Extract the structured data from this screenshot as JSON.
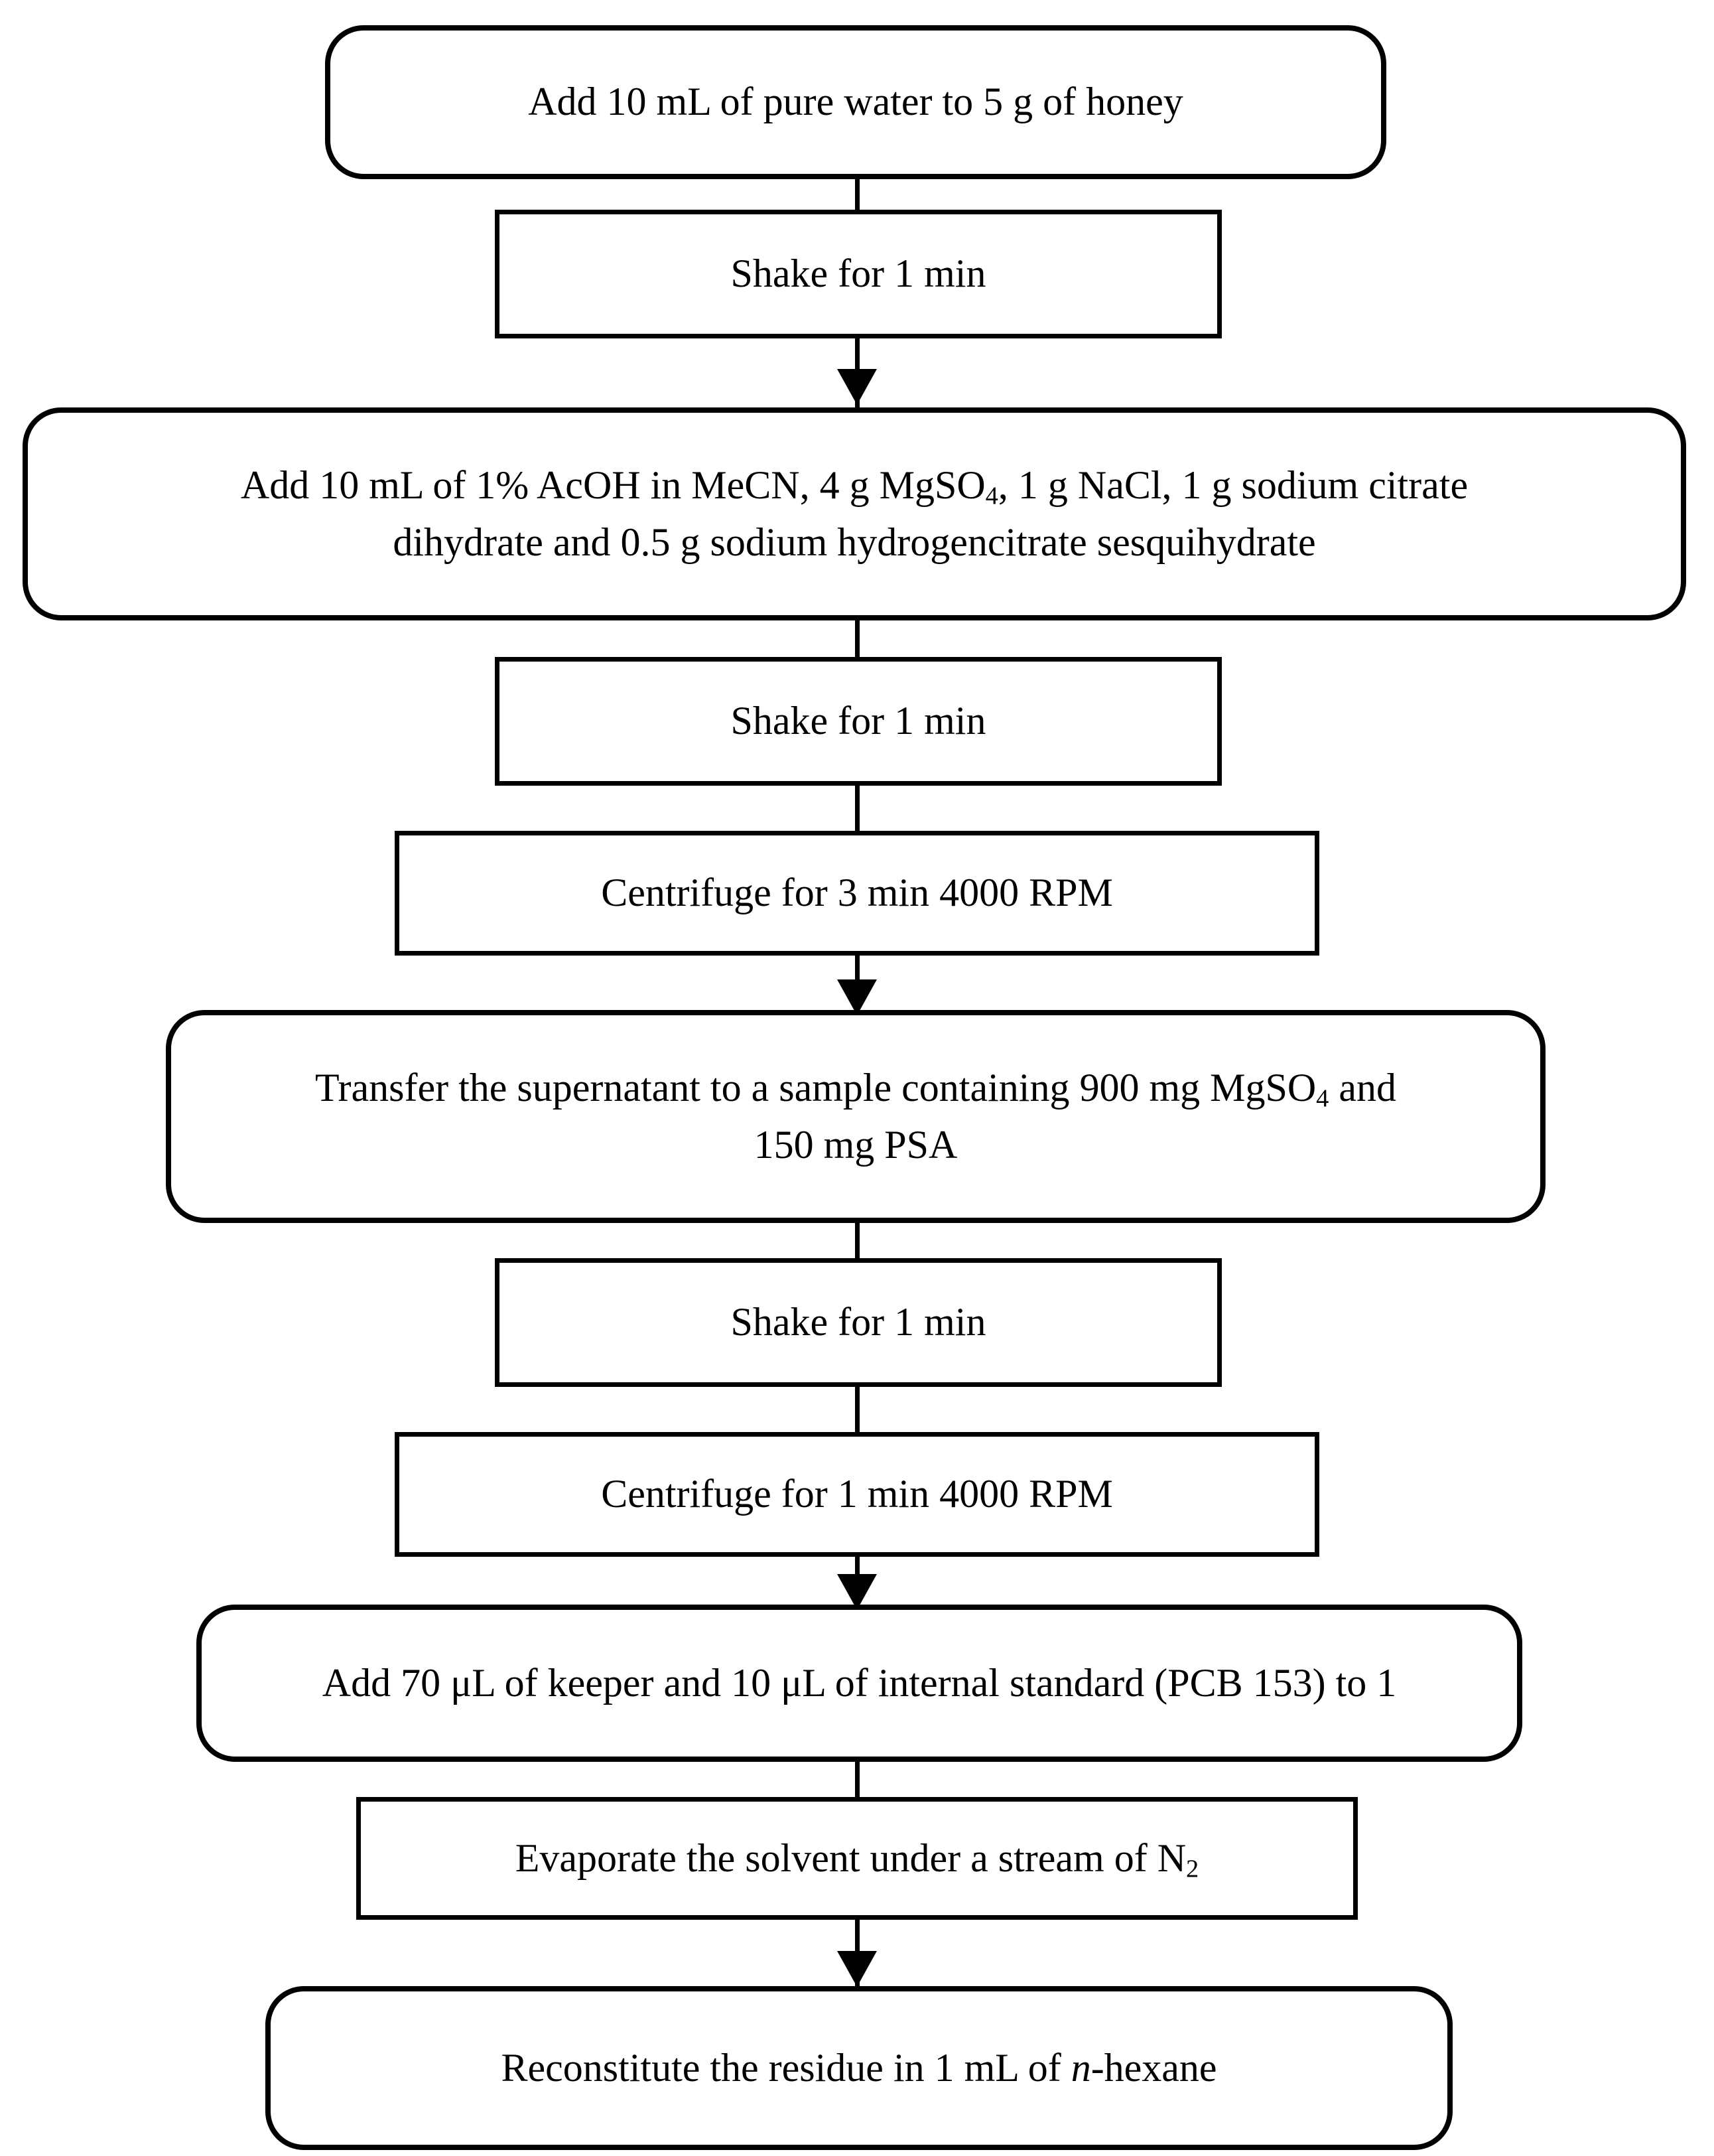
{
  "diagram": {
    "title": "QuEChERS honey sample preparation flowchart",
    "type": "flowchart",
    "orientation": "top-to-bottom",
    "colors": {
      "stroke": "#000000",
      "fill": "#ffffff",
      "text": "#000000"
    },
    "steps": [
      {
        "id": "step-1",
        "shape": "rounded-rectangle",
        "label": "Add 10 mL of pure water to 5 g of honey",
        "lines": [
          "Add 10 mL of pure water to 5 g of honey"
        ]
      },
      {
        "id": "step-2",
        "shape": "rectangle",
        "label": "Shake for 1 min",
        "lines": [
          "Shake for 1 min"
        ]
      },
      {
        "id": "step-3",
        "shape": "rounded-rectangle",
        "label": "Add 10 mL of 1% AcOH in MeCN, 4 g MgSO4, 1 g NaCl, 1 g sodium citrate dihydrate and 0.5 g sodium hydrogencitrate sesquihydrate",
        "lines": [
          "Add 10 mL of 1% AcOH in MeCN, 4 g MgSO4, 1 g NaCl, 1 g sodium citrate",
          "dihydrate and 0.5 g sodium hydrogencitrate sesquihydrate"
        ]
      },
      {
        "id": "step-4",
        "shape": "rectangle",
        "label": "Shake for 1 min",
        "lines": [
          "Shake for 1 min"
        ]
      },
      {
        "id": "step-5",
        "shape": "rectangle",
        "label": "Centrifuge for 3 min 4000 RPM",
        "lines": [
          "Centrifuge for 3 min 4000 RPM"
        ]
      },
      {
        "id": "step-6",
        "shape": "rounded-rectangle",
        "label": "Transfer the supernatant to a sample containing 900 mg MgSO4 and 150 mg PSA",
        "lines": [
          "Transfer the supernatant to a sample containing 900 mg MgSO4 and",
          "150 mg PSA"
        ]
      },
      {
        "id": "step-7",
        "shape": "rectangle",
        "label": "Shake for 1 min",
        "lines": [
          "Shake for 1 min"
        ]
      },
      {
        "id": "step-8",
        "shape": "rectangle",
        "label": "Centrifuge for 1 min 4000 RPM",
        "lines": [
          "Centrifuge for 1 min 4000 RPM"
        ]
      },
      {
        "id": "step-9",
        "shape": "rounded-rectangle",
        "label": "Add 70 μL of keeper and 10 μL of internal standard (PCB 153) to 1",
        "lines": [
          "Add 70 μL of keeper and 10 μL of internal standard (PCB 153) to 1"
        ]
      },
      {
        "id": "step-10",
        "shape": "rectangle",
        "label": "Evaporate the solvent under a stream of N2",
        "lines": [
          "Evaporate the solvent under a stream of N2"
        ]
      },
      {
        "id": "step-11",
        "shape": "rounded-rectangle",
        "label": "Reconstitute the residue in 1 mL of n-hexane",
        "lines": [
          "Reconstitute the residue in 1 mL of n-hexane"
        ]
      }
    ],
    "text": {
      "step1": "Add 10 mL of pure water to 5 g of honey",
      "step2": "Shake for 1 min",
      "step3_line1_a": "Add 10 mL of 1% AcOH in MeCN, 4 g MgSO",
      "step3_line1_sub": "4",
      "step3_line1_b": ", 1 g NaCl, 1 g sodium citrate",
      "step3_line2": "dihydrate and 0.5 g sodium hydrogencitrate sesquihydrate",
      "step4": "Shake for 1 min",
      "step5": "Centrifuge for 3 min 4000 RPM",
      "step6_line1_a": "Transfer the supernatant to a sample containing 900 mg MgSO",
      "step6_line1_sub": "4",
      "step6_line1_b": " and",
      "step6_line2": "150 mg PSA",
      "step7": "Shake for 1 min",
      "step8": "Centrifuge for 1 min 4000 RPM",
      "step9": "Add 70 μL of keeper and 10 μL of internal standard (PCB 153) to 1",
      "step10_a": "Evaporate the solvent under a stream of N",
      "step10_sub": "2",
      "step11_a": "Reconstitute the residue in 1 mL of ",
      "step11_ital": "n",
      "step11_b": "-hexane"
    },
    "connectors": [
      {
        "from": "step-1",
        "to": "step-2",
        "arrowhead": false
      },
      {
        "from": "step-2",
        "to": "step-3",
        "arrowhead": true
      },
      {
        "from": "step-3",
        "to": "step-4",
        "arrowhead": false
      },
      {
        "from": "step-4",
        "to": "step-5",
        "arrowhead": false
      },
      {
        "from": "step-5",
        "to": "step-6",
        "arrowhead": true
      },
      {
        "from": "step-6",
        "to": "step-7",
        "arrowhead": false
      },
      {
        "from": "step-7",
        "to": "step-8",
        "arrowhead": false
      },
      {
        "from": "step-8",
        "to": "step-9",
        "arrowhead": true
      },
      {
        "from": "step-9",
        "to": "step-10",
        "arrowhead": false
      },
      {
        "from": "step-10",
        "to": "step-11",
        "arrowhead": true
      }
    ]
  }
}
